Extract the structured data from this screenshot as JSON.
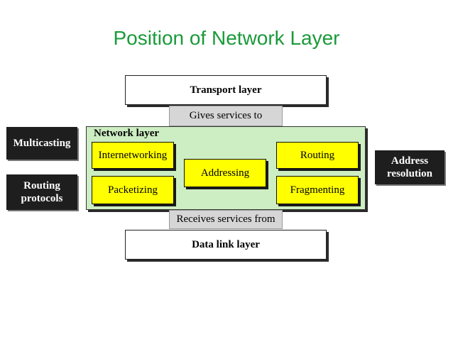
{
  "title": "Position of Network Layer",
  "transport_layer": "Transport layer",
  "gives_services": "Gives services to",
  "network_layer": {
    "label": "Network layer",
    "functions": [
      "Internetworking",
      "Packetizing",
      "Addressing",
      "Routing",
      "Fragmenting"
    ]
  },
  "receives_services": "Receives services from",
  "data_link_layer": "Data link layer",
  "side_labels": {
    "multicasting": "Multicasting",
    "routing_protocols_line1": "Routing",
    "routing_protocols_line2": "protocols",
    "address_resolution_line1": "Address",
    "address_resolution_line2": "resolution"
  },
  "colors": {
    "title": "#1a9a3a",
    "network_layer_fill": "#cdeec2",
    "function_fill": "#ffff00",
    "side_label_fill": "#1e1e1e"
  }
}
